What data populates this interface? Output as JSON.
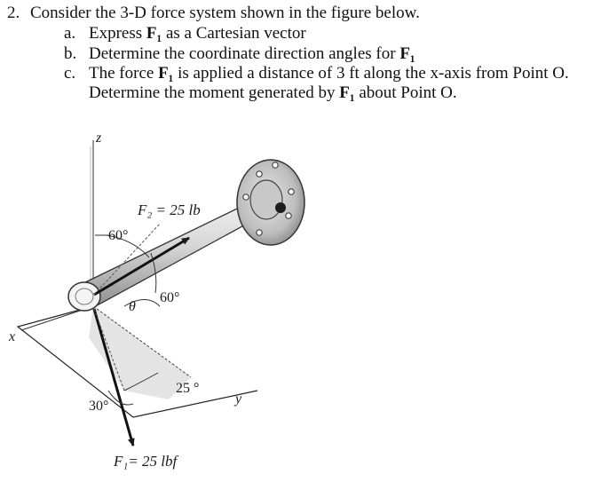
{
  "problem": {
    "number": "2.",
    "prompt": "Consider the 3-D force system shown in the figure below.",
    "parts": [
      {
        "marker": "a.",
        "text_before": "Express ",
        "bold": "F₁",
        "text_after": " as a Cartesian vector"
      },
      {
        "marker": "b.",
        "text_before": "Determine the coordinate direction angles for ",
        "bold": "F₁",
        "text_after": ""
      },
      {
        "marker": "c.",
        "text_before": "The force ",
        "bold": "F₁",
        "text_after": " is applied a distance of 3 ft along the x-axis from Point O."
      }
    ],
    "part_c_line2": {
      "text_before": "Determine the moment generated by ",
      "bold": "F₁",
      "text_after": " about Point O."
    }
  },
  "figure": {
    "axis_z": "z",
    "axis_x": "x",
    "axis_y": "y",
    "f2_label": "F₂ = 25 lb",
    "angle_60_top": "60°",
    "angle_theta": "θ",
    "angle_60_mid": "60°",
    "angle_25": "25 °",
    "angle_30": "30°",
    "f1_label": "F₁= 25 lbf"
  }
}
